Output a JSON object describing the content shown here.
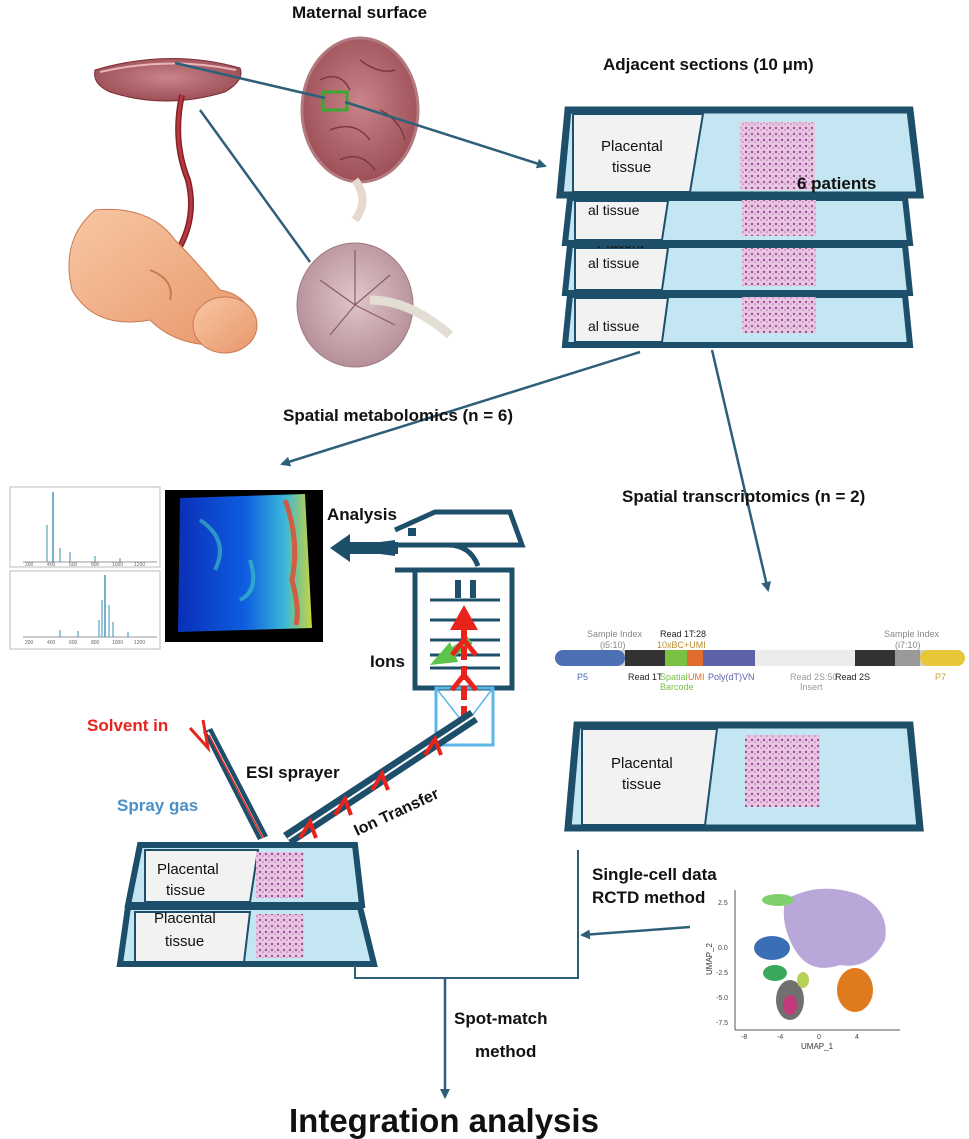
{
  "labels": {
    "maternal_surface": "Maternal surface",
    "adjacent_sections": "Adjacent sections (10 μm)",
    "six_patients": "6 patients",
    "spatial_metabolomics": "Spatial metabolomics (n = 6)",
    "spatial_transcriptomics": "Spatial transcriptomics (n = 2)",
    "analysis": "Analysis",
    "ions": "Ions",
    "solvent_in": "Solvent in",
    "esi_sprayer": "ESI sprayer",
    "spray_gas": "Spray gas",
    "ion_transfer": "Ion Transfer",
    "single_cell_data": "Single-cell data",
    "rctd_method": "RCTD method",
    "spot_match": "Spot-match",
    "spot_match_method": "method",
    "integration": "Integration analysis"
  },
  "slides": {
    "placental": "Placental",
    "tissue": "tissue",
    "al_tissue": "al tissue",
    "placent_partial": "Placent"
  },
  "sequence": {
    "sample_index_left": "Sample Index",
    "i5": "(i5:10)",
    "read1t": "Read 1T:28",
    "bc_umi": "10xBC+UMI",
    "p5": "P5",
    "read_1t": "Read 1T",
    "spatial": "Spatial",
    "barcode": "Barcode",
    "umi": "UMI",
    "polydt": "Poly(dT)VN",
    "read2s50": "Read 2S:50",
    "insert": "Insert",
    "read_2s": "Read 2S",
    "sample_index_right": "Sample Index",
    "i7": "(i7:10)",
    "p7": "P7"
  },
  "umap": {
    "xlabel": "UMAP_1",
    "ylabel": "UMAP_2",
    "xticks": [
      "-8",
      "-4",
      "0",
      "4"
    ],
    "yticks": [
      "2.5",
      "0.0",
      "-2.5",
      "-5.0",
      "-7.5"
    ]
  },
  "spectra": {
    "top_xticks": [
      "200",
      "400",
      "600",
      "800",
      "1000",
      "1200"
    ],
    "bottom_xticks": [
      "200",
      "400",
      "600",
      "800",
      "1000",
      "1200"
    ]
  },
  "colors": {
    "frame": "#1d4f6b",
    "arrow": "#2e5f7a",
    "slide_fill": "#c3e6f2",
    "red": "#e8231c",
    "green": "#5cc44b",
    "spray_blue": "#4a90c8"
  }
}
